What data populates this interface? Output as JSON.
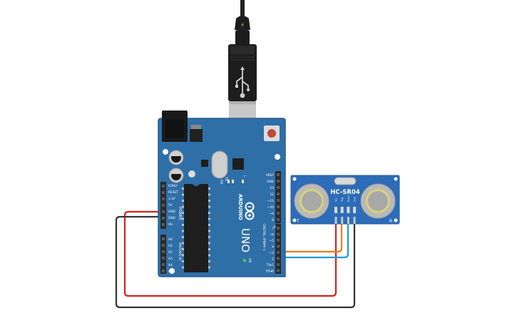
{
  "colors": {
    "board": "#2f6fa8",
    "board_edge": "#285e90",
    "header": "#2a2a2a",
    "chip": "#1e1e1e",
    "sensor_pcb": "#2c6cb8",
    "transducer_outer": "#b9b9b9",
    "transducer_ring": "#d8d27a",
    "wire_red": "#d8221d",
    "wire_black": "#333333",
    "wire_orange": "#ee7b12",
    "wire_blue": "#1a9bd2",
    "usb_plug": "#1d1d1d",
    "usb_metal": "#c8c8c8",
    "reset_button": "#c2483a"
  },
  "arduino": {
    "brand_text": "ARDUINO",
    "model_text": "UNO",
    "tx_label": "TX",
    "rx_label": "RX",
    "l_label": "L",
    "on_label": "ON",
    "power_label": "POWER",
    "analog_label": "ANALOG IN",
    "digital_label": "DIGITAL (PWM~)",
    "power_pins": [
      "IOREF",
      "RESET",
      "3.3V",
      "5V",
      "GND",
      "GND",
      "Vin"
    ],
    "analog_pins": [
      "A0",
      "A1",
      "A2",
      "A3",
      "A4",
      "A5"
    ],
    "digital_upper": [
      "AREF",
      "GND",
      "13",
      "12",
      "~11",
      "~10",
      "~9",
      "8"
    ],
    "digital_lower": [
      "7",
      "~6",
      "~5",
      "4",
      "~3",
      "2",
      "TX▸1",
      "RX◂0"
    ]
  },
  "sensor": {
    "model_text": "HC-SR04",
    "t_label": "T",
    "r_label": "R",
    "pin_labels": [
      "Vcc",
      "Trig",
      "Echo",
      "Gnd"
    ]
  },
  "usb": {
    "bolt_icon": "⚡",
    "usb_icon": "usb-trident-icon"
  }
}
